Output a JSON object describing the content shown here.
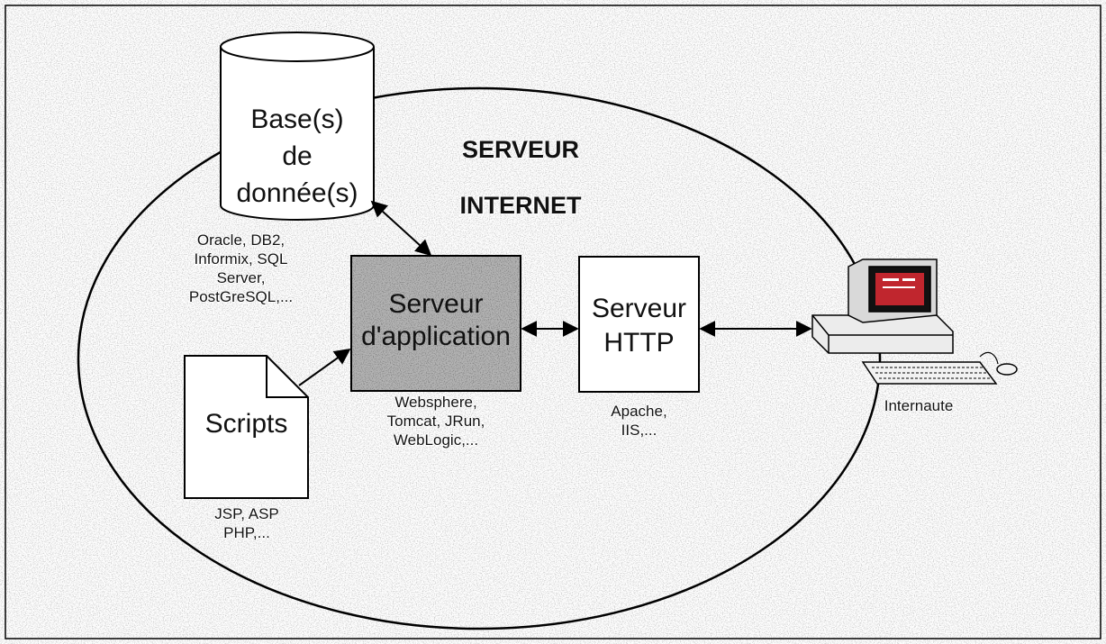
{
  "title": {
    "line1": "SERVEUR",
    "line2": "INTERNET"
  },
  "database": {
    "label": "Base(s)\nde\ndonnée(s)",
    "products": "Oracle, DB2,\nInformix, SQL\nServer,\nPostGreSQL,..."
  },
  "app_server": {
    "label": "Serveur\nd'application",
    "products": "Websphere,\nTomcat, JRun,\nWebLogic,..."
  },
  "http_server": {
    "label": "Serveur\nHTTP",
    "products": "Apache,\nIIS,..."
  },
  "scripts": {
    "label": "Scripts",
    "languages": "JSP, ASP\nPHP,..."
  },
  "client": {
    "label": "Internaute",
    "icon": "computer-icon"
  },
  "colors": {
    "background_speckle": "#9a9a9a",
    "box_fill": "#ffffff",
    "stroke": "#000000",
    "app_server_fill": "#a8a8a8",
    "screen": "#c0262e"
  }
}
